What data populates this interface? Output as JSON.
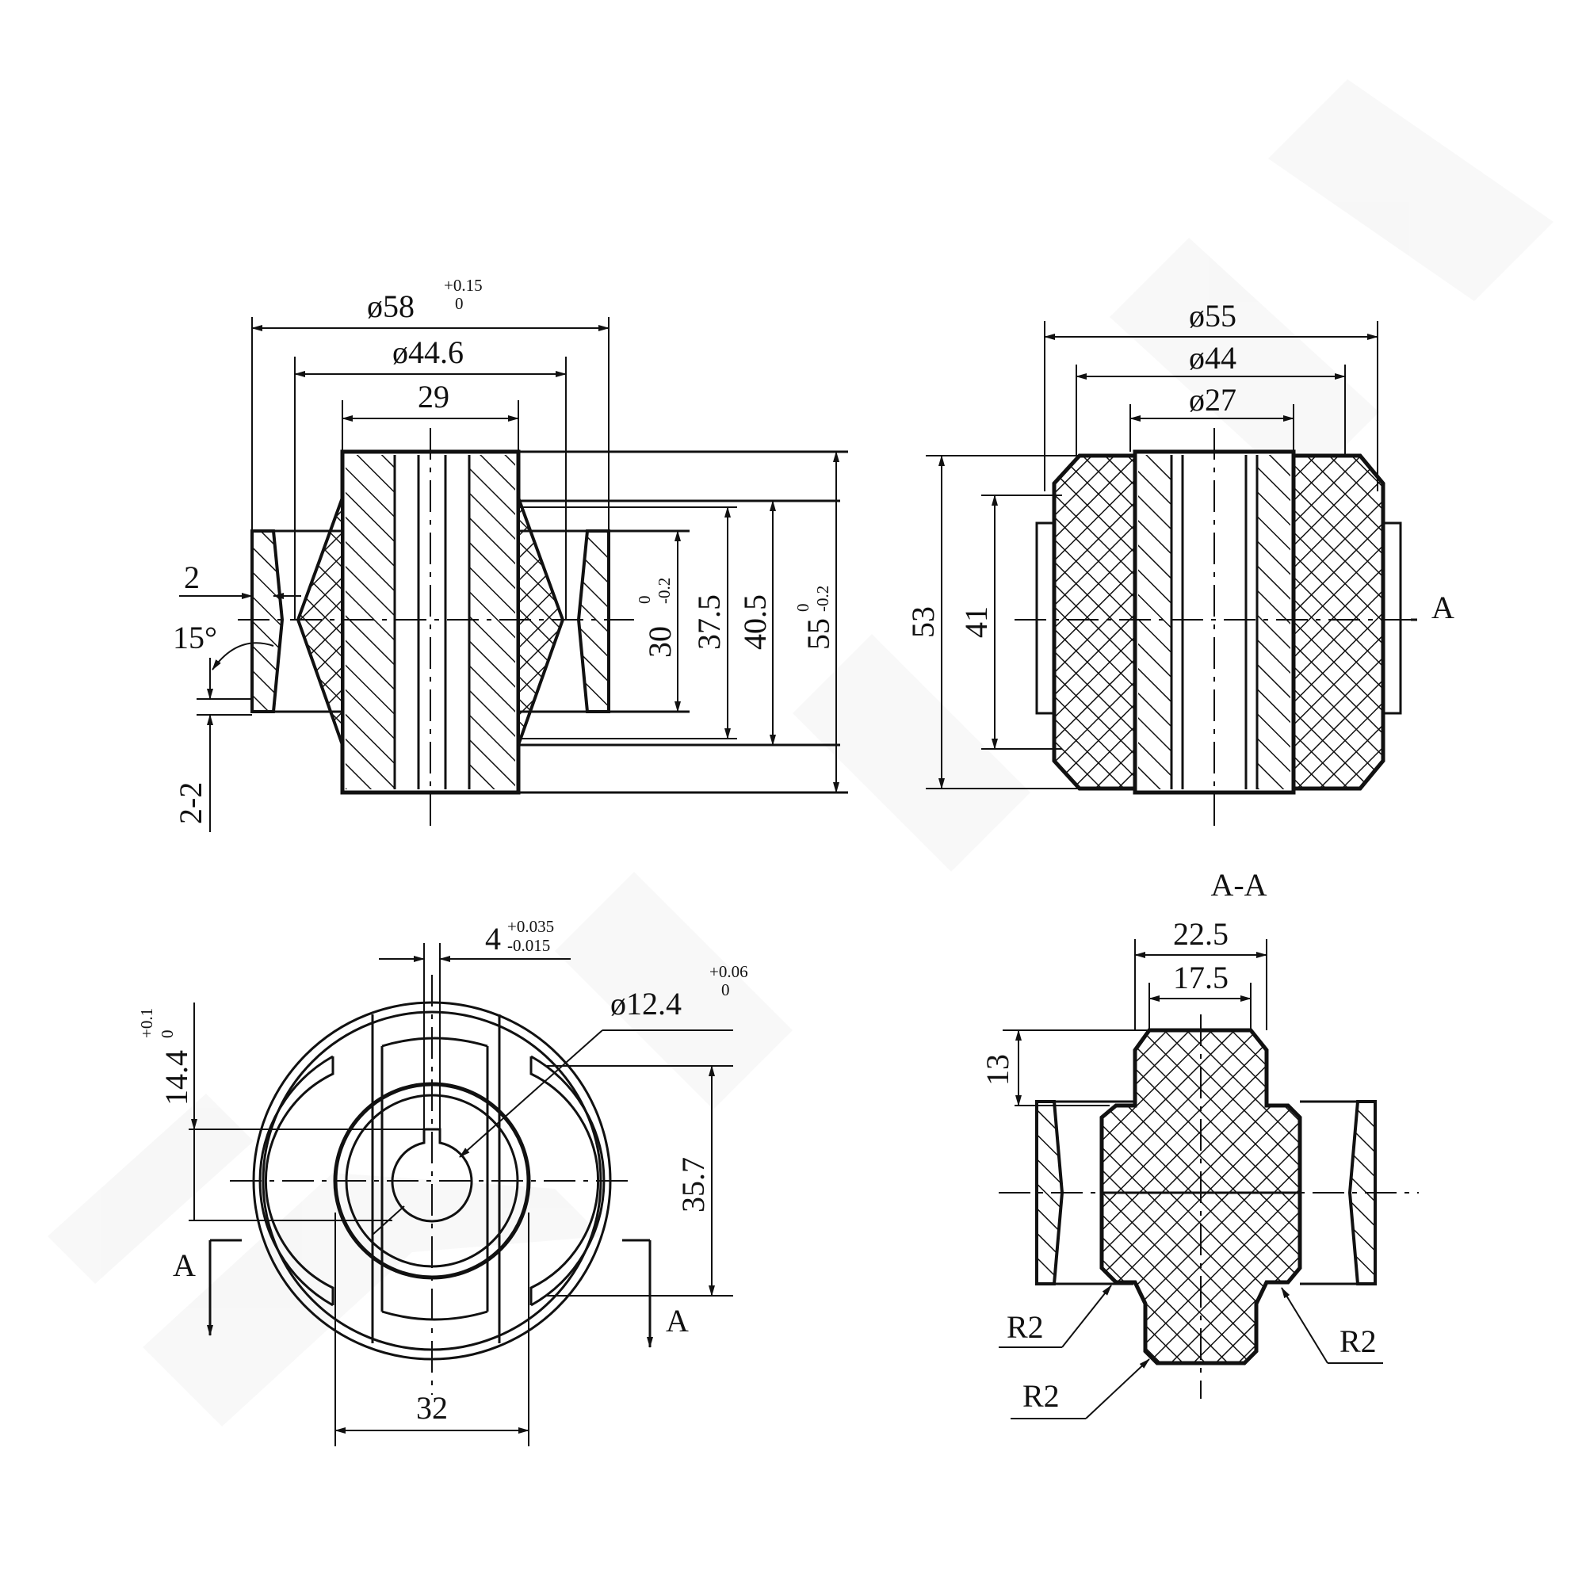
{
  "watermark": {
    "text": "YENNK",
    "color": "#f0f0f0"
  },
  "view_front": {
    "dia_outer": "ø58",
    "dia_outer_tol_upper": "+0.15",
    "dia_outer_tol_lower": "0",
    "dia_mid": "ø44.6",
    "width_core": "29",
    "lip_thickness": "2",
    "angle": "15°",
    "section_ref": "2-2",
    "h1": "30",
    "h1_tol_upper": "0",
    "h1_tol_lower": "-0.2",
    "h2": "37.5",
    "h3": "40.5",
    "h4": "55",
    "h4_tol_upper": "0",
    "h4_tol_lower": "-0.2"
  },
  "view_side": {
    "dia_outer": "ø55",
    "dia_mid": "ø44",
    "dia_inner": "ø27",
    "height_outer": "53",
    "height_inner": "41",
    "section_mark": "A"
  },
  "view_end": {
    "key_width": "4",
    "key_tol_upper": "+0.035",
    "key_tol_lower": "-0.015",
    "bore_dia": "ø12.4",
    "bore_tol_upper": "+0.06",
    "bore_tol_lower": "0",
    "key_depth": "14.4",
    "key_depth_tol_upper": "+0.1",
    "key_depth_tol_lower": "0",
    "height": "35.7",
    "width": "32",
    "section_left": "A",
    "section_right": "A"
  },
  "section_aa": {
    "title": "A-A",
    "width_outer": "22.5",
    "width_inner": "17.5",
    "height": "13",
    "radius_left": "R2",
    "radius_right": "R2",
    "radius_bottom": "R2"
  }
}
